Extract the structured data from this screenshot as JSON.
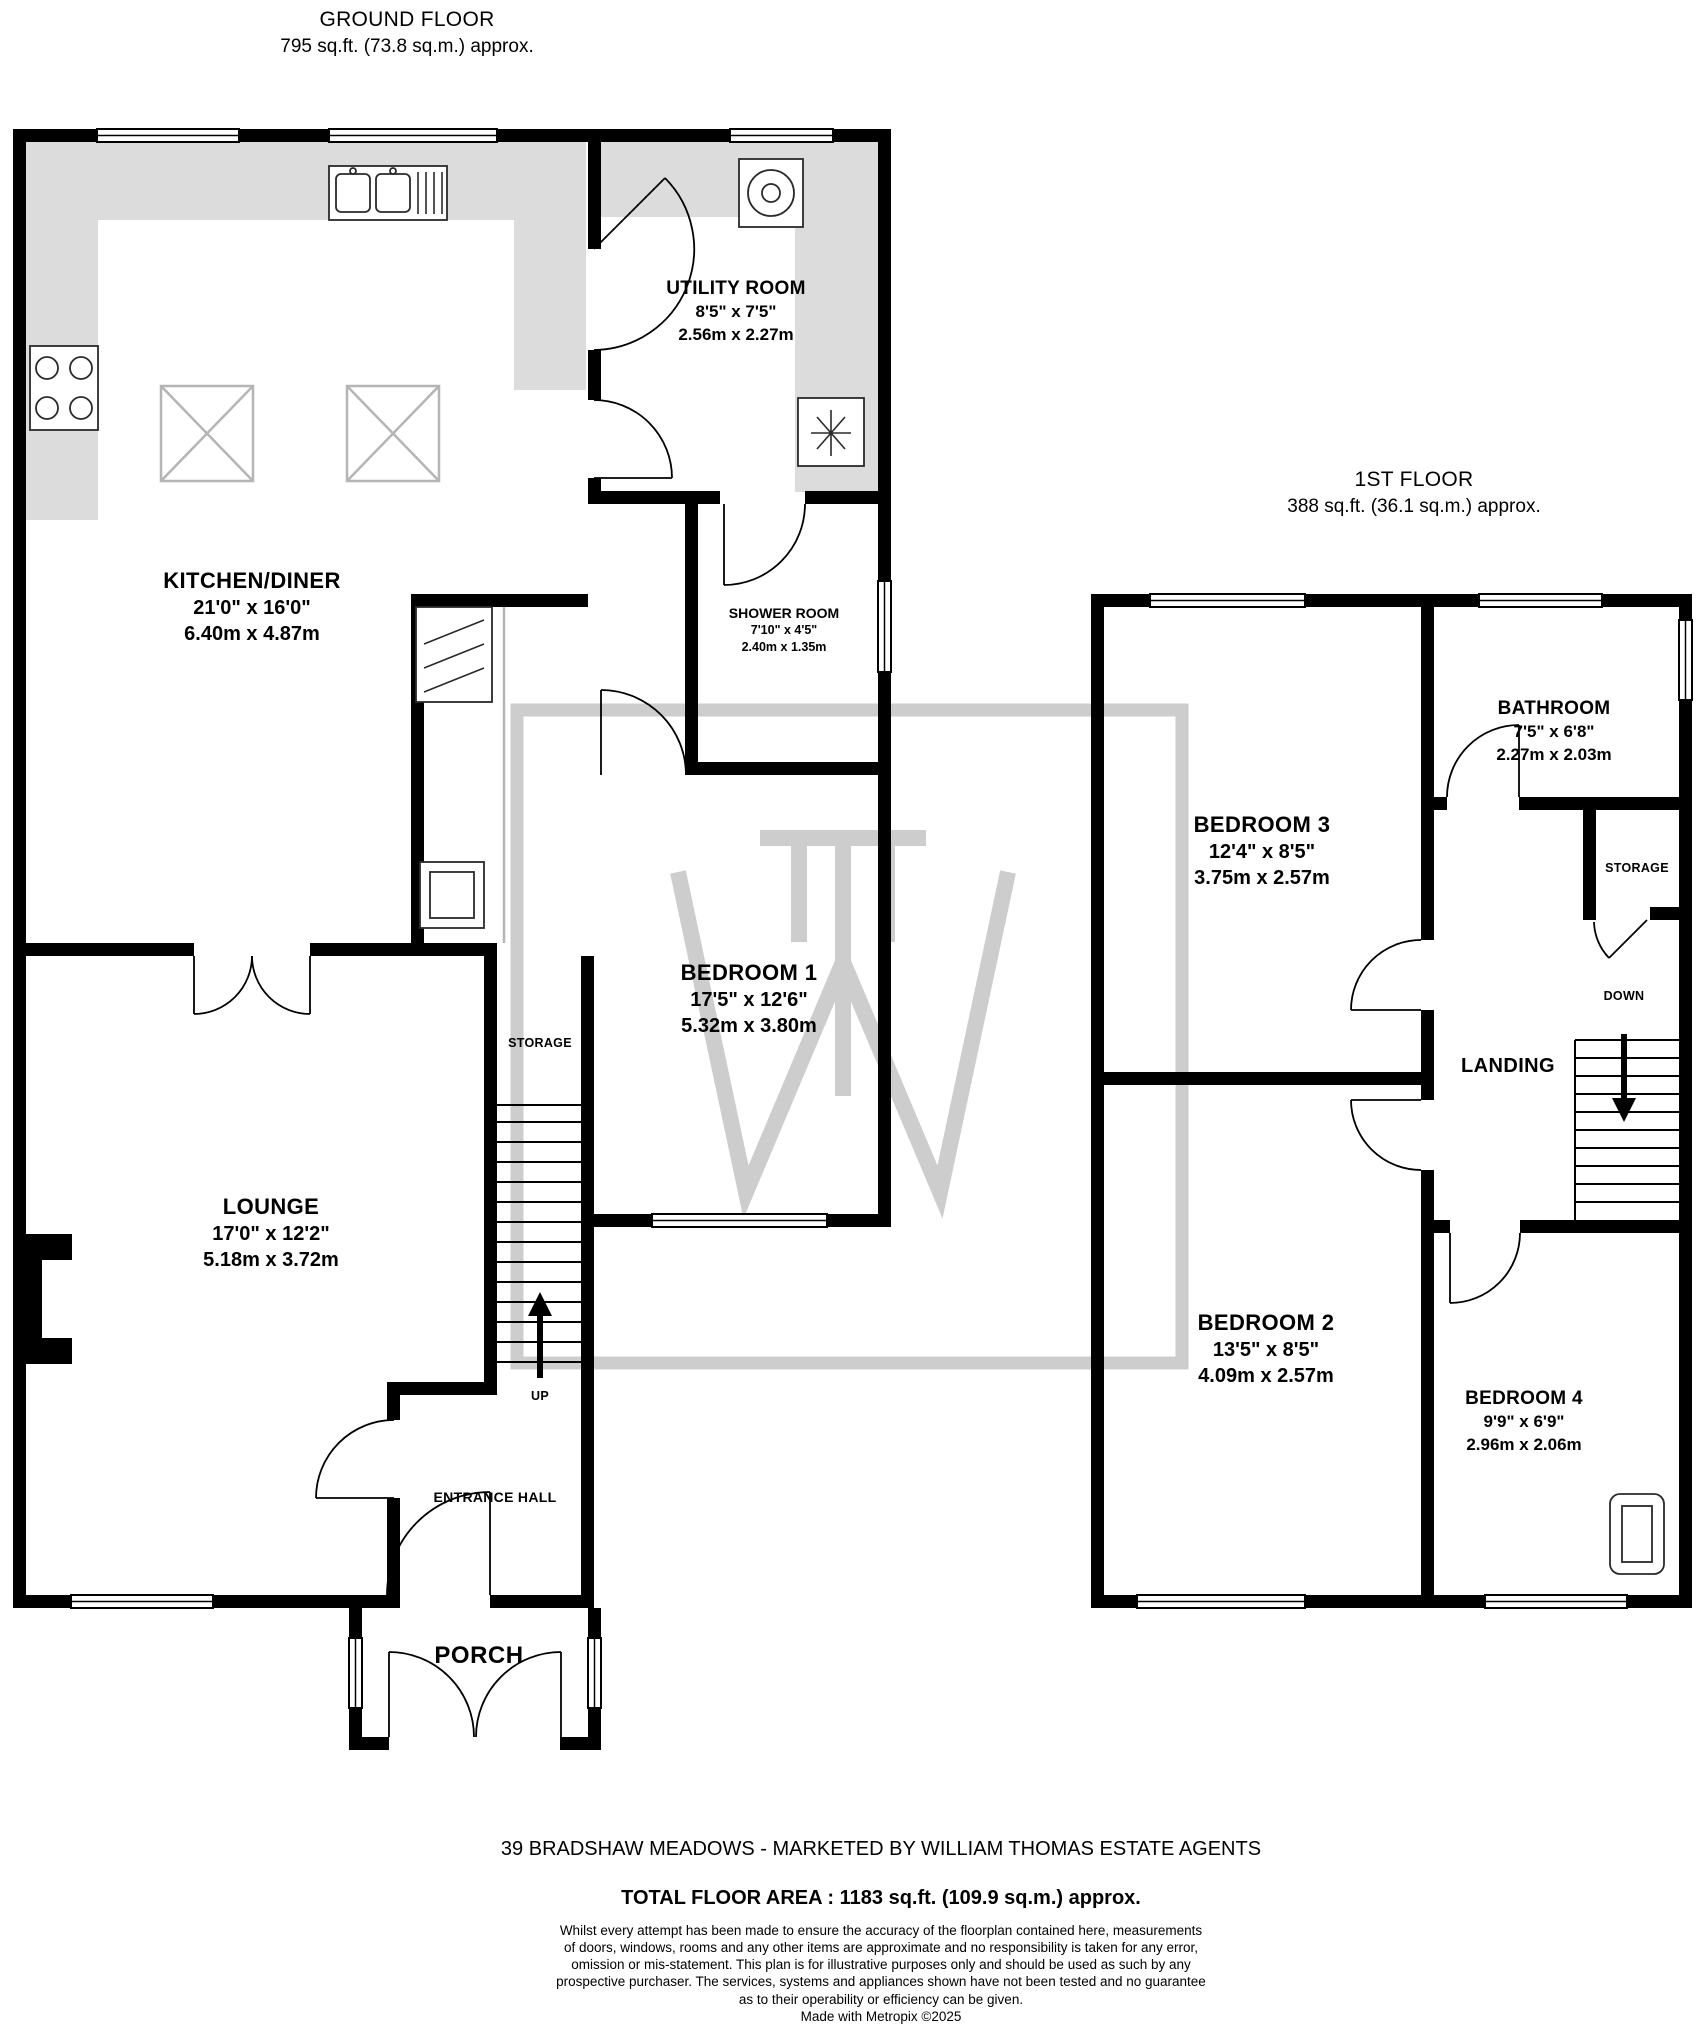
{
  "ground_floor": {
    "title": "GROUND FLOOR",
    "area": "795 sq.ft. (73.8 sq.m.) approx.",
    "rooms": {
      "kitchen_diner": {
        "name": "KITCHEN/DINER",
        "size_imperial": "21'0\" x 16'0\"",
        "size_metric": "6.40m x 4.87m"
      },
      "utility_room": {
        "name": "UTILITY ROOM",
        "size_imperial": "8'5\" x 7'5\"",
        "size_metric": "2.56m x 2.27m"
      },
      "shower_room": {
        "name": "SHOWER ROOM",
        "size_imperial": "7'10\" x 4'5\"",
        "size_metric": "2.40m x 1.35m"
      },
      "bedroom_1": {
        "name": "BEDROOM 1",
        "size_imperial": "17'5\" x 12'6\"",
        "size_metric": "5.32m x 3.80m"
      },
      "lounge": {
        "name": "LOUNGE",
        "size_imperial": "17'0\" x 12'2\"",
        "size_metric": "5.18m x 3.72m"
      },
      "storage": {
        "name": "STORAGE"
      },
      "entrance_hall": {
        "name": "ENTRANCE HALL"
      },
      "porch": {
        "name": "PORCH"
      }
    },
    "annotations": {
      "up": "UP"
    }
  },
  "first_floor": {
    "title": "1ST FLOOR",
    "area": "388 sq.ft. (36.1 sq.m.) approx.",
    "rooms": {
      "bedroom_3": {
        "name": "BEDROOM 3",
        "size_imperial": "12'4\" x 8'5\"",
        "size_metric": "3.75m x 2.57m"
      },
      "bathroom": {
        "name": "BATHROOM",
        "size_imperial": "7'5\" x 6'8\"",
        "size_metric": "2.27m x 2.03m"
      },
      "storage": {
        "name": "STORAGE"
      },
      "landing": {
        "name": "LANDING"
      },
      "bedroom_2": {
        "name": "BEDROOM 2",
        "size_imperial": "13'5\" x 8'5\"",
        "size_metric": "4.09m x 2.57m"
      },
      "bedroom_4": {
        "name": "BEDROOM 4",
        "size_imperial": "9'9\" x 6'9\"",
        "size_metric": "2.96m x 2.06m"
      }
    },
    "annotations": {
      "down": "DOWN"
    }
  },
  "footer": {
    "marketing_line": "39 BRADSHAW MEADOWS - MARKETED BY WILLIAM THOMAS ESTATE AGENTS",
    "total_area": "TOTAL FLOOR AREA : 1183 sq.ft. (109.9 sq.m.) approx.",
    "disclaimer_lines": [
      "Whilst every attempt has been made to ensure the accuracy of the floorplan contained here, measurements",
      "of doors, windows, rooms and any other items are approximate and no responsibility is taken for any error,",
      "omission or mis-statement. This plan is for illustrative purposes only and should be used as such by any",
      "prospective purchaser. The services, systems and appliances shown have not been tested and no guarantee",
      "as to their operability or efficiency can be given."
    ],
    "credit": "Made with Metropix ©2025"
  }
}
